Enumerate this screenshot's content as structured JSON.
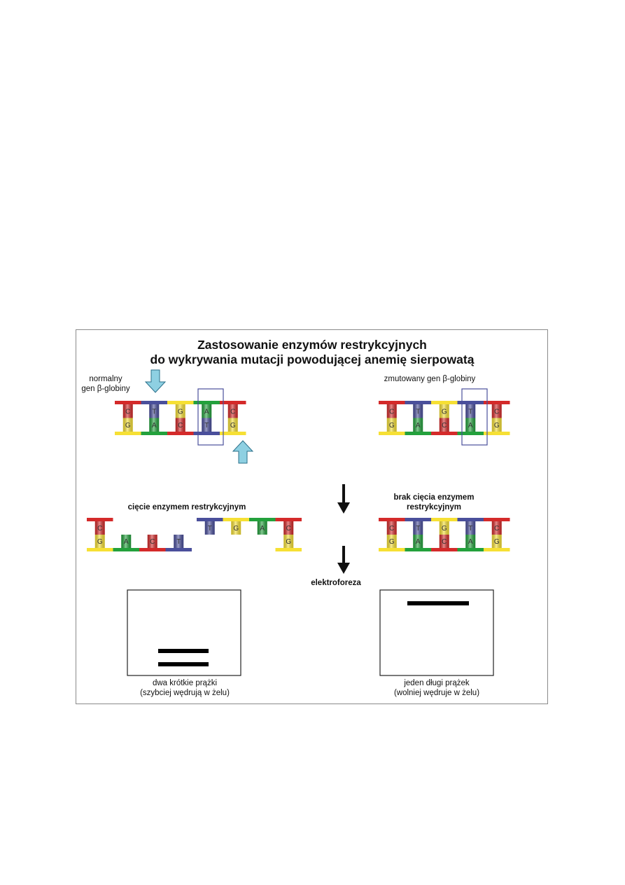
{
  "title": {
    "line1": "Zastosowanie enzymów restrykcyjnych",
    "line2": "do wykrywania mutacji powodującej anemię sierpowatą"
  },
  "normal_gene": {
    "label_line1": "normalny",
    "label_line2": "gen β-globiny",
    "top_bases": [
      "C",
      "T",
      "G",
      "A",
      "C"
    ],
    "bottom_bases": [
      "G",
      "A",
      "C",
      "T",
      "G"
    ]
  },
  "mutated_gene": {
    "label": "zmutowany gen β-globiny",
    "top_bases": [
      "C",
      "T",
      "G",
      "T",
      "C"
    ],
    "bottom_bases": [
      "G",
      "A",
      "C",
      "A",
      "G"
    ]
  },
  "cut": {
    "label": "cięcie enzymem restrykcyjnym",
    "left_top": [
      "C",
      "",
      "",
      ""
    ],
    "left_bottom": [
      "G",
      "A",
      "C",
      "T"
    ],
    "right_top": [
      "T",
      "G",
      "A",
      "C"
    ],
    "right_bottom": [
      "",
      "",
      "",
      "G"
    ]
  },
  "no_cut": {
    "label_line1": "brak cięcia enzymem",
    "label_line2": "restrykcyjnym",
    "top_bases": [
      "C",
      "T",
      "G",
      "T",
      "C"
    ],
    "bottom_bases": [
      "G",
      "A",
      "C",
      "A",
      "G"
    ]
  },
  "electrophoresis_label": "elektroforeza",
  "gel_left": {
    "bands": 2,
    "caption_line1": "dwa krótkie prążki",
    "caption_line2": "(szybciej wędrują w żelu)"
  },
  "gel_right": {
    "bands": 1,
    "caption_line1": "jeden długi prążek",
    "caption_line2": "(wolniej wędruje w żelu)"
  },
  "colors": {
    "C": "#d42a2a",
    "G": "#f6e034",
    "T": "#4a4f9b",
    "A": "#23a13c",
    "arrow_fill": "#8ed0e2",
    "arrow_stroke": "#2a6f8a",
    "box": "#4a4f9b"
  }
}
